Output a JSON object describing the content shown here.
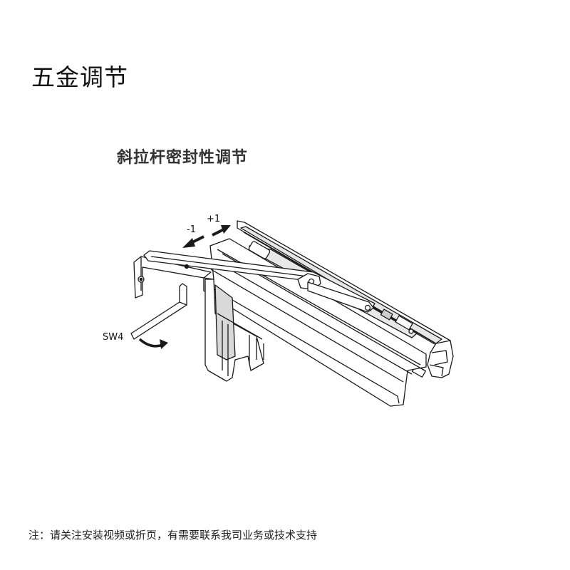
{
  "page_title": "五金调节",
  "section_title": "斜拉杆密封性调节",
  "diagram": {
    "labels": {
      "minus": "-1",
      "plus": "+1",
      "tool": "SW4"
    }
  },
  "footnote": "注：请关注安装视频或折页，有需要联系我司业务或技术支持",
  "colors": {
    "stroke": "#1a1a1a",
    "fill": "#ffffff",
    "shade": "#d9d9d9",
    "dark": "#555555"
  }
}
